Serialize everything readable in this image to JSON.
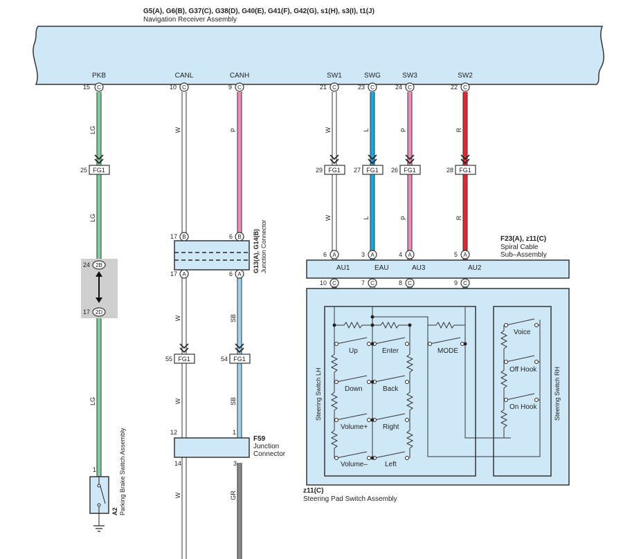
{
  "header": {
    "connectors": "G5(A), G6(B), G37(C), G38(D), G40(E), G41(F), G42(G), s1(H), s3(I), t1(J)",
    "component": "Navigation Receiver Assembly"
  },
  "receiver_terminals": [
    {
      "name": "PKB",
      "pin": "15",
      "letter": "C"
    },
    {
      "name": "CANL",
      "pin": "10",
      "letter": "C"
    },
    {
      "name": "CANH",
      "pin": "9",
      "letter": "C"
    },
    {
      "name": "SW1",
      "pin": "21",
      "letter": "C"
    },
    {
      "name": "SWG",
      "pin": "23",
      "letter": "C"
    },
    {
      "name": "SW3",
      "pin": "24",
      "letter": "C"
    },
    {
      "name": "SW2",
      "pin": "22",
      "letter": "C"
    }
  ],
  "wire_colors": {
    "pkb_top": "LG",
    "pkb_mid": "LG",
    "pkb_low": "LG",
    "canl_mid": "W",
    "canl_low": "W",
    "canl_bottom": "W",
    "canh_top": "P",
    "canh_mid": "SB",
    "canh_low": "SB",
    "canh_bottom": "GR",
    "sw1_top": "W",
    "sw1_mid": "W",
    "swg_top": "L",
    "swg_mid": "L",
    "sw3_top": "P",
    "sw3_mid": "P",
    "sw2_top": "R",
    "sw2_mid": "R",
    "br": "BR",
    "w": "W",
    "lg": "LG",
    "g": "G"
  },
  "colors": {
    "LG": "#7fcf9d",
    "W": "#ffffff",
    "P": "#f08cb8",
    "SB": "#9dd4f0",
    "L": "#16a9e6",
    "R": "#e8252c",
    "GR": "#8a8a8a",
    "BR": "#8b4a2b",
    "G": "#179a3c",
    "box_fill": "#cfe8f7",
    "junction_fill": "#cfcfcf"
  },
  "fg_joints": [
    {
      "pin": "25",
      "label": "FG1"
    },
    {
      "pin": "29",
      "label": "FG1"
    },
    {
      "pin": "27",
      "label": "FG1"
    },
    {
      "pin": "26",
      "label": "FG1"
    },
    {
      "pin": "28",
      "label": "FG1"
    },
    {
      "pin": "55",
      "label": "FG1"
    },
    {
      "pin": "54",
      "label": "FG1"
    }
  ],
  "junction_g13": {
    "title": "G13(A), G14(B)",
    "subtitle": "Junction Connector",
    "top_left_pin": "17",
    "top_left_letter": "B",
    "top_right_pin": "6",
    "top_right_letter": "B",
    "bottom_left_pin": "17",
    "bottom_left_letter": "A",
    "bottom_right_pin": "6",
    "bottom_right_letter": "A"
  },
  "junction_2b": {
    "top_pin": "24",
    "top_label": "2B",
    "bottom_pin": "17",
    "bottom_label": "2D"
  },
  "junction_f59": {
    "title": "F59",
    "line1": "Junction",
    "line2": "Connector",
    "top_left": "12",
    "top_right": "1",
    "bottom_left": "14",
    "bottom_right": "3"
  },
  "spiral_cable": {
    "title": "F23(A), z11(C)",
    "line1": "Spiral Cable",
    "line2": "Sub–Assembly",
    "top_pins": [
      {
        "pin": "6",
        "letter": "A"
      },
      {
        "pin": "3",
        "letter": "A"
      },
      {
        "pin": "4",
        "letter": "A"
      },
      {
        "pin": "5",
        "letter": "A"
      }
    ],
    "labels": [
      "AU1",
      "EAU",
      "AU3",
      "AU2"
    ],
    "bottom_pins": [
      {
        "pin": "10",
        "letter": "C"
      },
      {
        "pin": "7",
        "letter": "C"
      },
      {
        "pin": "8",
        "letter": "C"
      },
      {
        "pin": "9",
        "letter": "C"
      }
    ]
  },
  "steering_pad": {
    "title": "z11(C)",
    "subtitle": "Steering Pad Switch Assembly",
    "lh_label": "Steering Switch LH",
    "rh_label": "Steering Switch RH",
    "switches": [
      "Up",
      "Enter",
      "Down",
      "Back",
      "Volume+",
      "Right",
      "Volume–",
      "Left",
      "MODE"
    ],
    "rh_switches": [
      "Voice",
      "Off Hook",
      "On Hook"
    ]
  },
  "parking_brake": {
    "pin": "1",
    "code": "A2",
    "name": "Parking Brake Switch Assembly"
  }
}
